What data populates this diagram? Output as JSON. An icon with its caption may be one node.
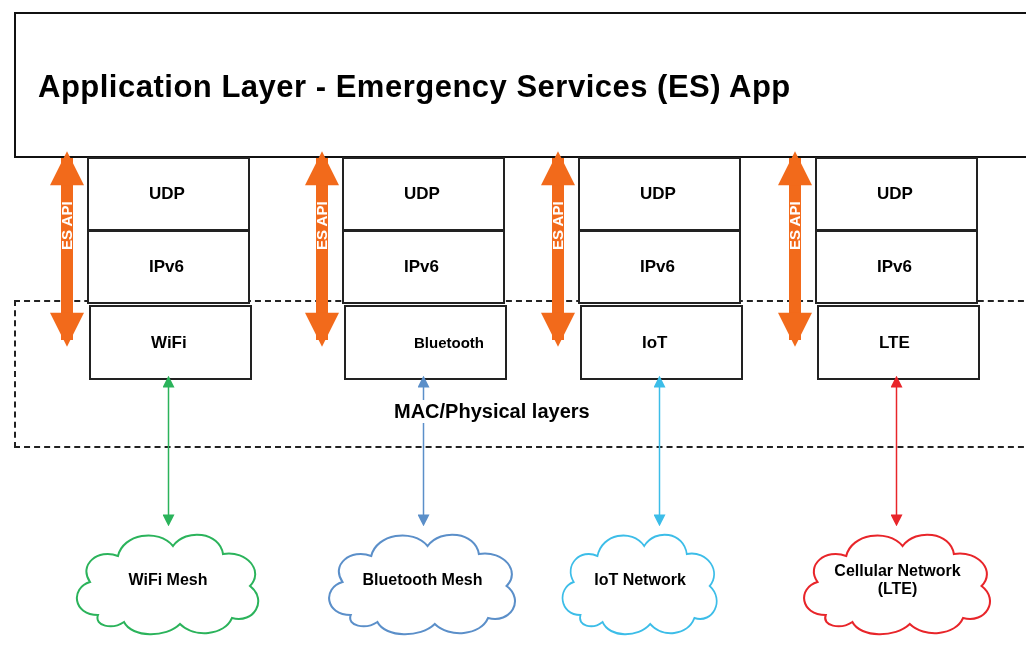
{
  "diagram": {
    "nodes": [
      {
        "text": [
          "Application Layer - Emergency Services (ES) App"
        ]
      },
      {
        "text": [
          "UDP"
        ]
      },
      {
        "text": [
          "IPv6"
        ]
      },
      {
        "text": [
          "UDP"
        ]
      },
      {
        "text": [
          "IPv6"
        ]
      },
      {
        "text": [
          "UDP"
        ]
      },
      {
        "text": [
          "IPv6"
        ]
      },
      {
        "text": [
          "UDP"
        ]
      },
      {
        "text": [
          "IPv6"
        ]
      },
      {
        "text": [
          "MAC/Physical layers"
        ]
      },
      {
        "text": [
          "WiFi"
        ],
        "in": 9
      },
      {
        "text": [
          "Bluetooth"
        ],
        "in": 9
      },
      {
        "text": [
          "IoT"
        ],
        "in": 9
      },
      {
        "text": [
          "LTE"
        ],
        "in": 9
      },
      {
        "text": [
          "WiFi Mesh"
        ]
      },
      {
        "text": [
          "Bluetooth Mesh"
        ]
      },
      {
        "text": [
          "IoT Network"
        ]
      },
      {
        "text": [
          "Cellular Network (LTE)"
        ]
      }
    ],
    "edges": [
      {
        "from": 0,
        "to": 10,
        "arrow": "both",
        "label": "ES API",
        "style": "thick",
        "color": "#f26a1b"
      },
      {
        "from": 0,
        "to": 11,
        "arrow": "both",
        "label": "ES API",
        "style": "thick",
        "color": "#f26a1b"
      },
      {
        "from": 0,
        "to": 12,
        "arrow": "both",
        "label": "ES API",
        "style": "thick",
        "color": "#f26a1b"
      },
      {
        "from": 0,
        "to": 13,
        "arrow": "both",
        "label": "ES API",
        "style": "thick",
        "color": "#f26a1b"
      },
      {
        "from": 10,
        "to": 14,
        "arrow": "both",
        "color": "#2bb35b"
      },
      {
        "from": 11,
        "to": 15,
        "arrow": "both",
        "color": "#5b8fc9"
      },
      {
        "from": 12,
        "to": 16,
        "arrow": "both",
        "color": "#3cbde8"
      },
      {
        "from": 13,
        "to": 17,
        "arrow": "both",
        "color": "#e8252a"
      }
    ]
  }
}
